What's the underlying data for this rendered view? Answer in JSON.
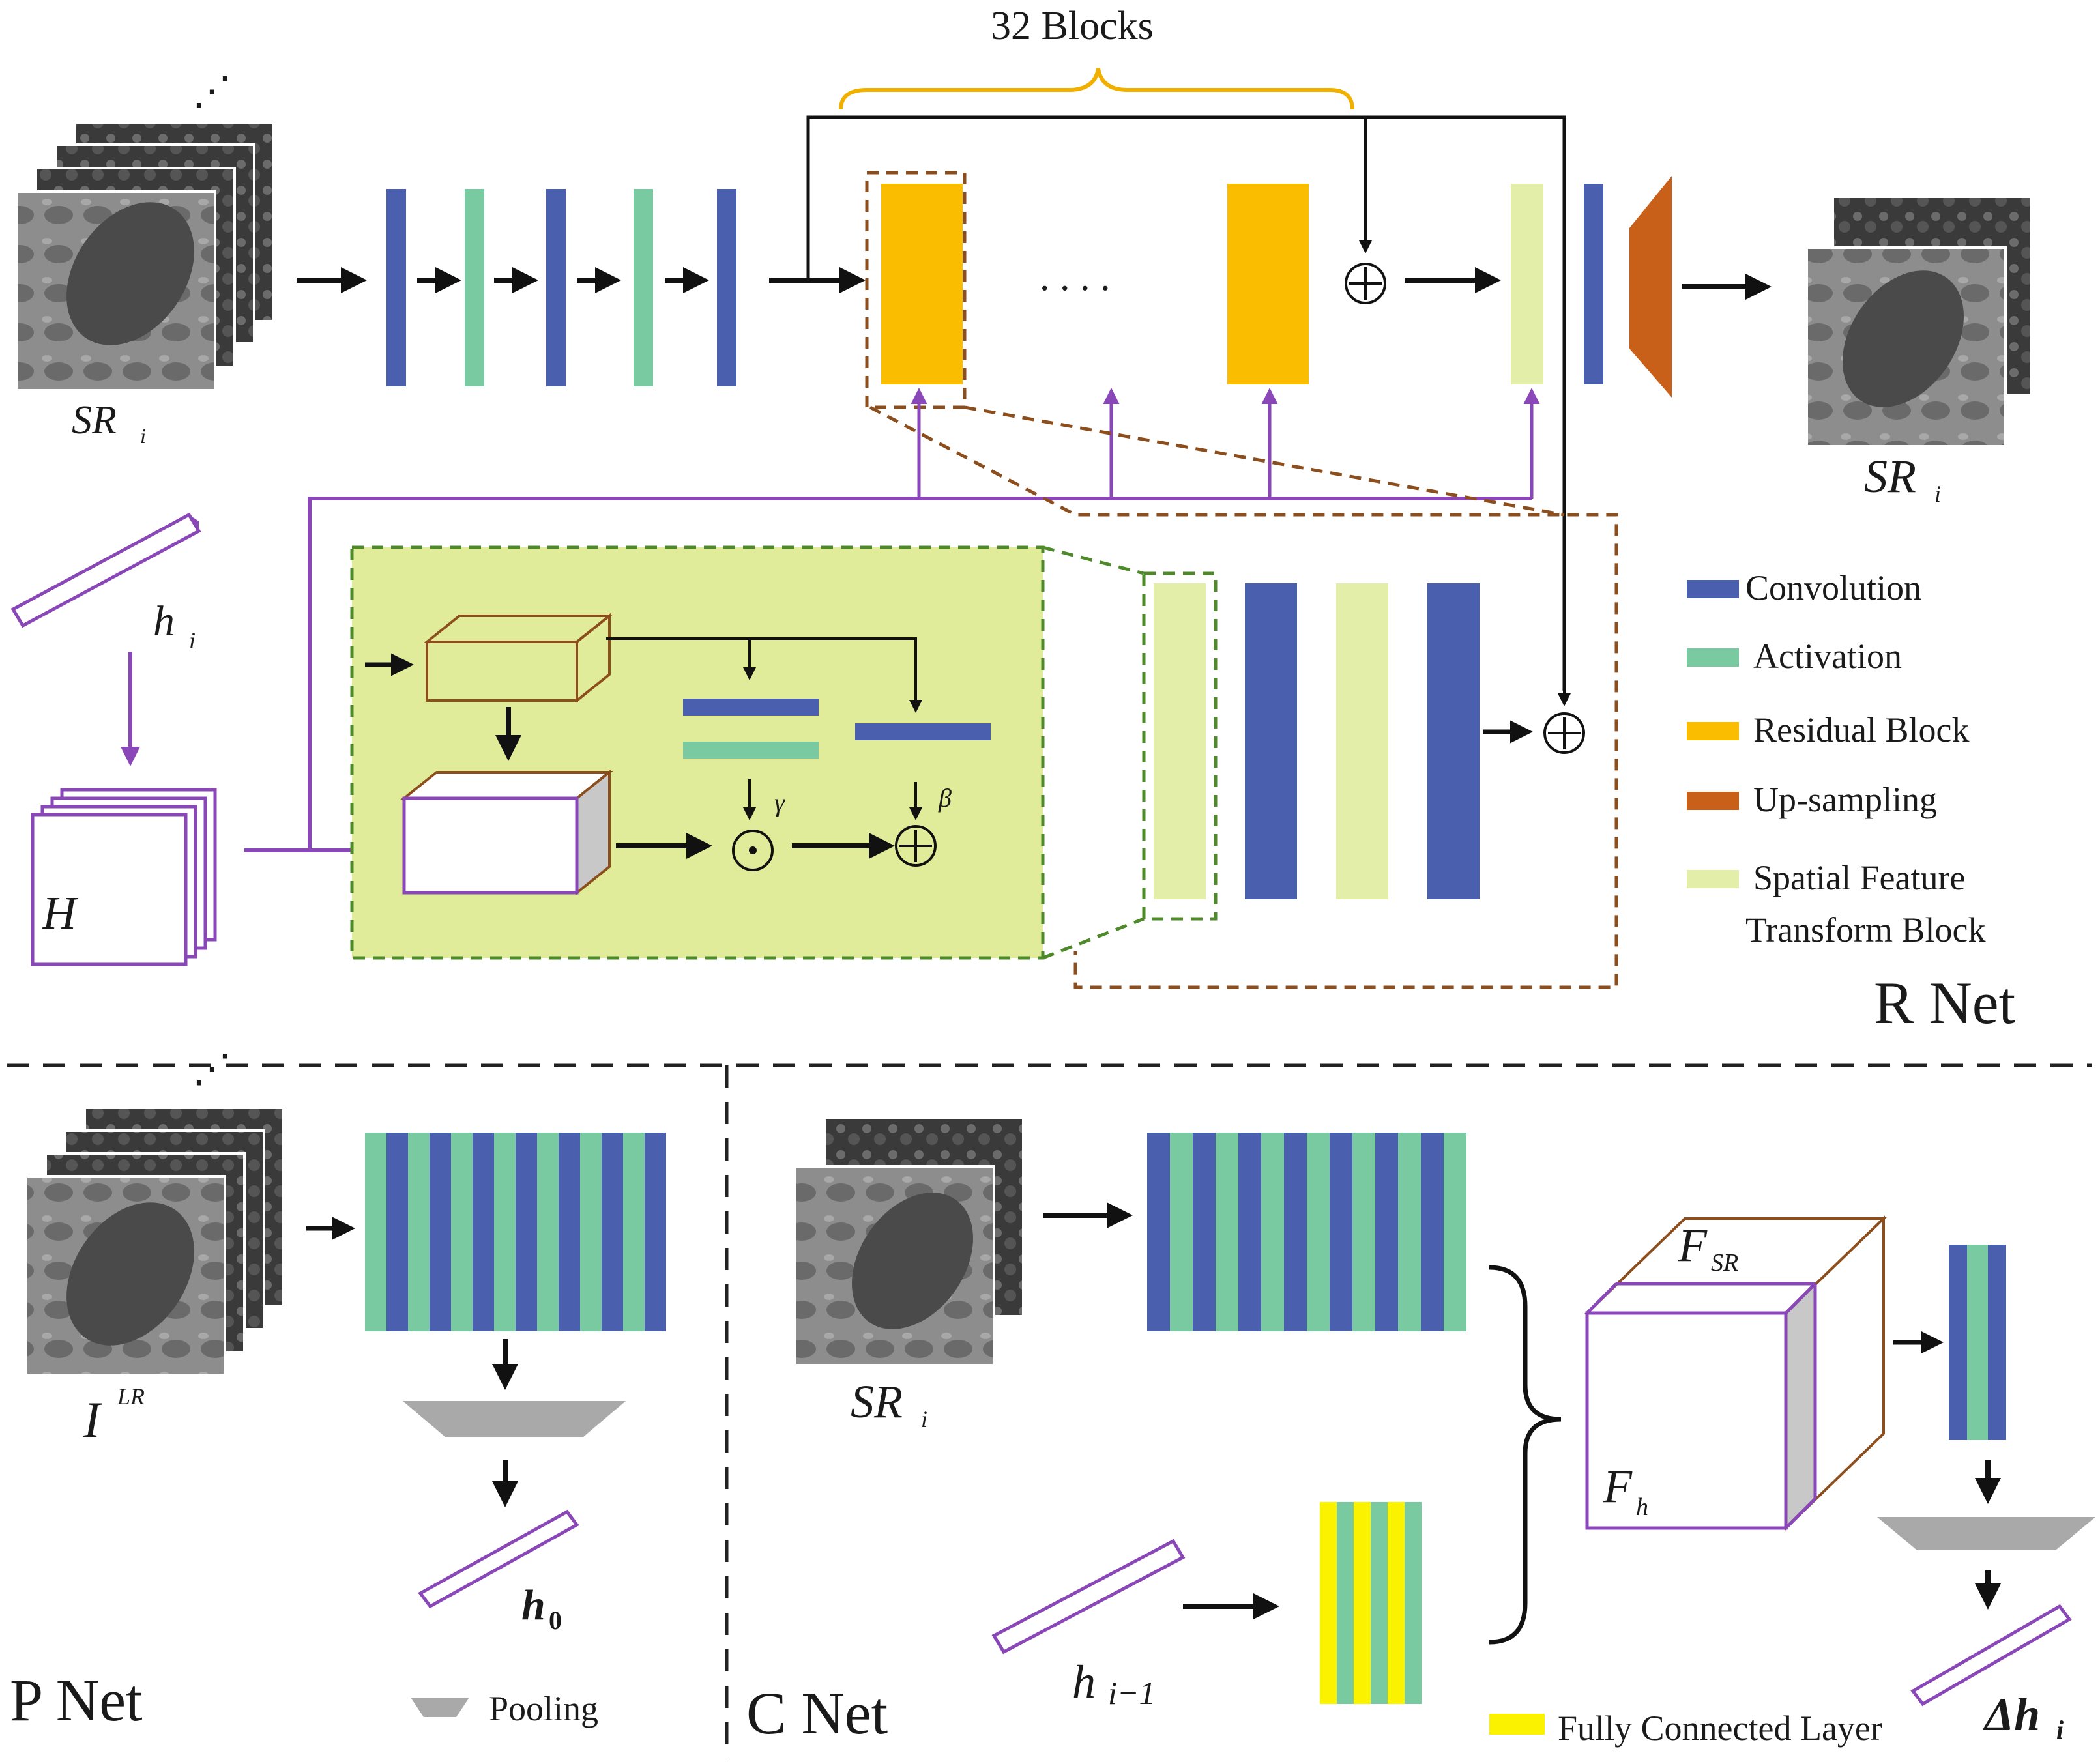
{
  "colors": {
    "convolution": "#4a5fae",
    "activation": "#79c9a1",
    "residual_block": "#fbbd00",
    "up_sampling": "#c8601a",
    "sft_block": "#e3eea8",
    "sft_panel_bg": "#e0ec9a",
    "purple": "#8a47b8",
    "brown_dash": "#8c4e1c",
    "green_dash": "#4e8a2a",
    "pooling": "#a9a9a9",
    "fully_connected": "#fbf200",
    "brace_gold": "#f1b000"
  },
  "r_net": {
    "label": "R Net",
    "blocks_label": "32 Blocks",
    "input_label": "SR",
    "input_sub": "i",
    "output_label": "SR",
    "output_sub": "i",
    "h_label": "h",
    "h_sub": "i",
    "H_label": "H",
    "gamma": "γ",
    "beta": "β",
    "ellipsis": ". . . ."
  },
  "legend": {
    "convolution": "Convolution",
    "activation": "Activation",
    "residual_block": "Residual Block",
    "up_sampling": "Up-sampling",
    "sft_line1": "Spatial Feature",
    "sft_line2": "Transform Block"
  },
  "p_net": {
    "label": "P Net",
    "input_label": "I",
    "input_sup": "LR",
    "h0_label": "h",
    "h0_sub": "0",
    "pooling_label": "Pooling"
  },
  "c_net": {
    "label": "C Net",
    "input_label": "SR",
    "input_sub": "i",
    "hprev_label": "h",
    "hprev_sub": "i−1",
    "fsr_label": "F",
    "fsr_sub": "SR",
    "fh_label": "F",
    "fh_sub": "h",
    "delta_label": "Δh",
    "delta_sub": "i",
    "fc_label": "Fully Connected Layer"
  }
}
